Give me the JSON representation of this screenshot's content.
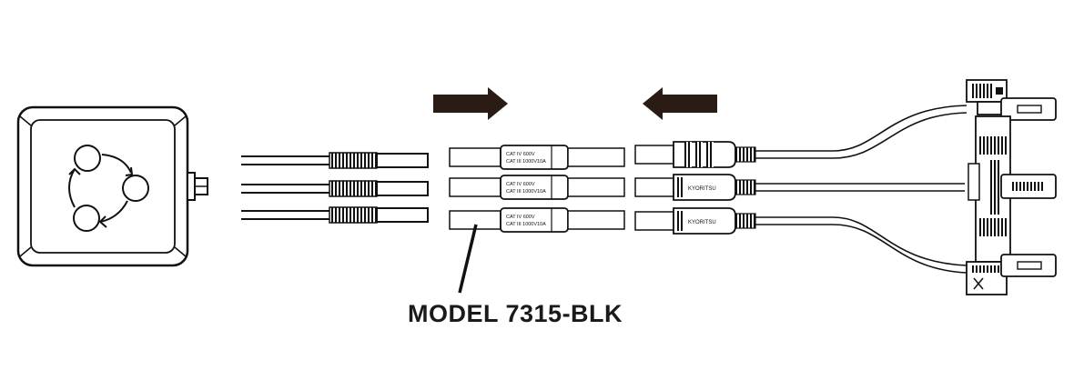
{
  "model_label": "MODEL 7315-BLK",
  "adapter_marking": {
    "line1": "CAT IV 600V",
    "line2": "CAT III 1000V",
    "rating": "10A"
  },
  "plug_brand": "KYORITSU",
  "arrow_color": "#2a1b14",
  "line_color": "#1a1a1a"
}
